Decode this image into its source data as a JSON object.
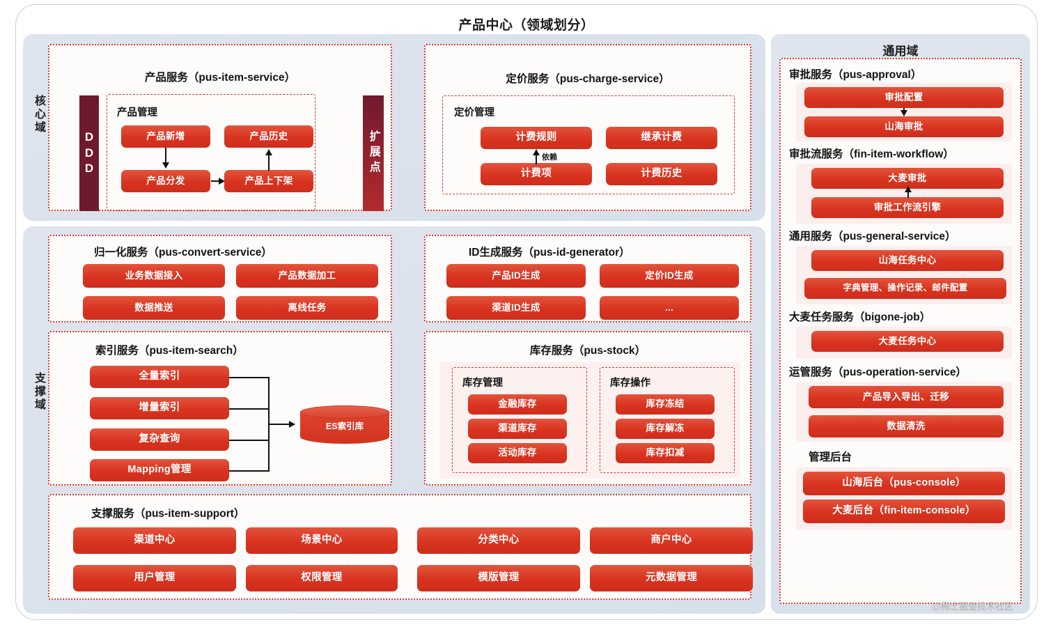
{
  "diagram": {
    "title": "产品中心（领域划分）",
    "watermark": "@稀土掘金技术社区",
    "accent_red": "#d8331f",
    "accent_maroon": "#6f1a2c",
    "panel_bg": "#dfe5ee"
  },
  "left_labels": {
    "core": "核心域",
    "support": "支撑域"
  },
  "right_panel": {
    "title": "通用域"
  },
  "vertical_bars": {
    "ddd": "DDD",
    "extension_point": "扩展点"
  },
  "core": {
    "item_service": {
      "title": "产品服务（pus-item-service）",
      "group_title": "产品管理",
      "boxes": {
        "add": "产品新增",
        "history": "产品历史",
        "distribute": "产品分发",
        "shelf": "产品上下架"
      }
    },
    "charge_service": {
      "title": "定价服务（pus-charge-service）",
      "group_title": "定价管理",
      "boxes": {
        "rule": "计费规则",
        "inherit": "继承计费",
        "item": "计费项",
        "history": "计费历史"
      },
      "edge_label": "依赖"
    }
  },
  "support": {
    "convert_service": {
      "title": "归一化服务（pus-convert-service）",
      "boxes": [
        "业务数据接入",
        "产品数据加工",
        "数据推送",
        "离线任务"
      ]
    },
    "id_service": {
      "title": "ID生成服务（pus-id-generator）",
      "boxes": [
        "产品ID生成",
        "定价ID生成",
        "渠道ID生成",
        "..."
      ]
    },
    "search_service": {
      "title": "索引服务（pus-item-search）",
      "boxes": [
        "全量索引",
        "增量索引",
        "复杂查询",
        "Mapping管理"
      ],
      "store": "ES索引库"
    },
    "stock_service": {
      "title": "库存服务（pus-stock）",
      "manage": {
        "title": "库存管理",
        "boxes": [
          "金融库存",
          "渠道库存",
          "活动库存"
        ]
      },
      "operate": {
        "title": "库存操作",
        "boxes": [
          "库存冻结",
          "库存解冻",
          "库存扣减"
        ]
      }
    },
    "support_service": {
      "title": "支撑服务（pus-item-support）",
      "boxes": [
        "渠道中心",
        "场景中心",
        "分类中心",
        "商户中心",
        "用户管理",
        "权限管理",
        "模版管理",
        "元数据管理"
      ]
    }
  },
  "general": {
    "approval": {
      "title": "审批服务（pus-approval）",
      "boxes": [
        "审批配置",
        "山海审批"
      ]
    },
    "workflow": {
      "title": "审批流服务（fin-item-workflow）",
      "boxes": [
        "大麦审批",
        "审批工作流引擎"
      ]
    },
    "general_service": {
      "title": "通用服务（pus-general-service）",
      "boxes": [
        "山海任务中心",
        "字典管理、操作记录、邮件配置"
      ]
    },
    "job_service": {
      "title": "大麦任务服务（bigone-job）",
      "boxes": [
        "大麦任务中心"
      ]
    },
    "operation_service": {
      "title": "运管服务（pus-operation-service）",
      "boxes": [
        "产品导入导出、迁移",
        "数据清洗"
      ]
    },
    "console": {
      "title": "管理后台",
      "boxes": [
        "山海后台（pus-console）",
        "大麦后台（fin-item-console）"
      ]
    }
  }
}
